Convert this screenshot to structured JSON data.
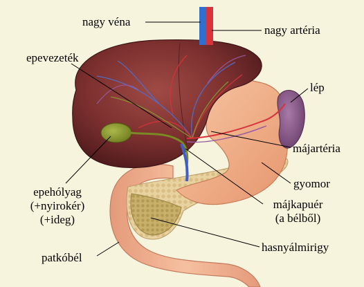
{
  "labels": {
    "nagy_vena": "nagy véna",
    "nagy_arteria": "nagy artéria",
    "epevezetek": "epevezeték",
    "lep": "lép",
    "majarteria": "májartéria",
    "gyomor": "gyomor",
    "epeholyag_1": "epehólyag",
    "epeholyag_2": "(+nyirokér)",
    "epeholyag_3": "(+ideg)",
    "majkapuer_1": "májkapuér",
    "majkapuer_2": "(a bélből)",
    "hasnyalmirigy": "hasnyálmirigy",
    "patkobel": "patkóbél"
  },
  "colors": {
    "background": "#f7f4dd",
    "liver": "#7a2f2e",
    "stomach": "#f0b08a",
    "spleen": "#8a5a8c",
    "gallbladder": "#8a9a30",
    "pancreas": "#e6cf9c",
    "vein": "#2f6fd0",
    "artery": "#d8323a",
    "bile_duct": "#7a8a25"
  }
}
